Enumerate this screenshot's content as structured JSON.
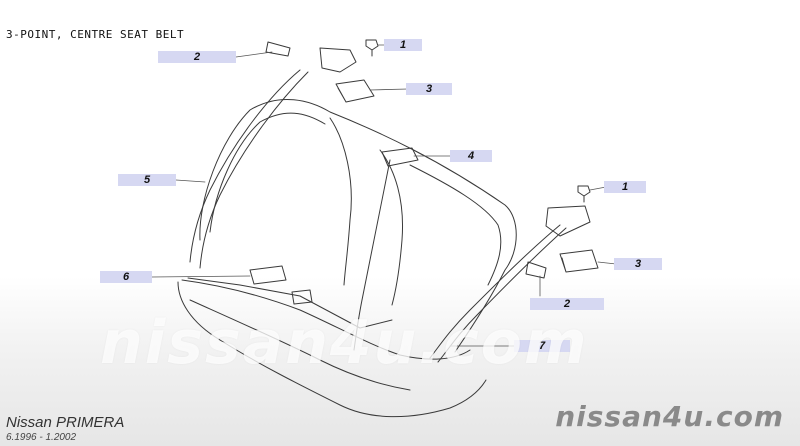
{
  "title": "3-POINT, CENTRE SEAT BELT",
  "callouts": {
    "c2_top": "2",
    "c1_top": "1",
    "c3_top": "3",
    "c4": "4",
    "c5": "5",
    "c1_right": "1",
    "c6": "6",
    "c3_right": "3",
    "c2_bottom": "2",
    "c7": "7"
  },
  "watermark": "nissan4u.com",
  "footer": {
    "model": "Nissan PRIMERA",
    "date_range": "6.1996 - 1.2002",
    "site": "nissan4u.com"
  },
  "colors": {
    "line": "#333333",
    "callout_bg": "#d6d8f2"
  }
}
